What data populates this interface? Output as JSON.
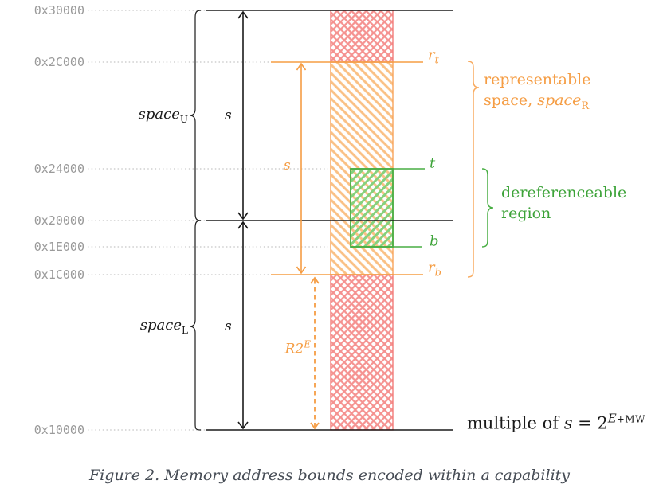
{
  "figure": {
    "addresses": [
      "0x30000",
      "0x2C000",
      "0x24000",
      "0x20000",
      "0x1E000",
      "0x1C000",
      "0x10000"
    ],
    "space_upper": {
      "base": "space",
      "sub": "U"
    },
    "space_lower": {
      "base": "space",
      "sub": "L"
    },
    "s_upper": "s",
    "s_lower": "s",
    "s_span": "s",
    "offset": {
      "base": "R2",
      "sup": "E"
    },
    "r_top": {
      "base": "r",
      "sub": "t"
    },
    "top": "t",
    "bottom": "b",
    "r_bottom": {
      "base": "r",
      "sub": "b"
    },
    "legend": {
      "representable_line1": "representable",
      "representable_line2_prefix": "space,",
      "representable_line2_var": "space",
      "representable_line2_sub": "R",
      "dereferenceable_line1": "dereferenceable",
      "dereferenceable_line2": "region"
    },
    "multiple": {
      "prefix": "multiple of",
      "var": "s",
      "eq": "= 2",
      "sup_italic": "E",
      "sup_roman": "+MW"
    },
    "caption": "Figure 2. Memory address bounds encoded within a capability",
    "colors": {
      "orange": "#F59D44",
      "orange_hatch": "#FAC084",
      "green": "#48AE43",
      "green_text": "#3DA339",
      "green_hatch": "#86D17D",
      "red_hatch": "#F5918F",
      "red_edge": "#F37D7B",
      "axis_gray": "#9A9A9A",
      "line_black": "#1A1A1A"
    }
  }
}
